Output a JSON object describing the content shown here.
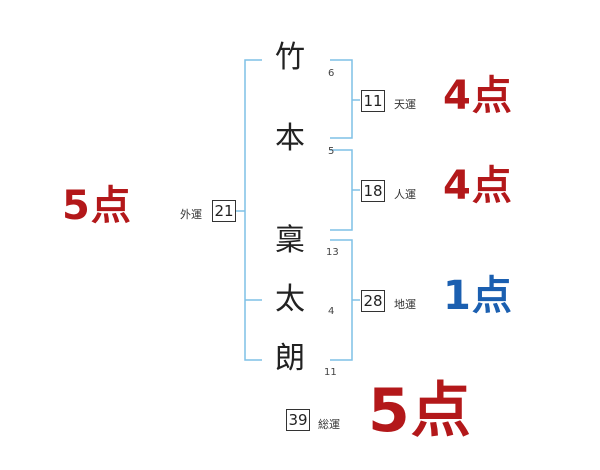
{
  "name": [
    {
      "char": "竹",
      "strokes": "6"
    },
    {
      "char": "本",
      "strokes": "5"
    },
    {
      "char": "稟",
      "strokes": "13"
    },
    {
      "char": "太",
      "strokes": "4"
    },
    {
      "char": "朗",
      "strokes": "11"
    }
  ],
  "fortunes": {
    "tenkaku": {
      "value": "11",
      "label": "天運",
      "score": "4点"
    },
    "jinkaku": {
      "value": "18",
      "label": "人運",
      "score": "4点"
    },
    "chikaku": {
      "value": "28",
      "label": "地運",
      "score": "1点"
    },
    "gaikaku": {
      "value": "21",
      "label": "外運",
      "score": "5点"
    },
    "soukaku": {
      "value": "39",
      "label": "総運",
      "score": "5点"
    }
  },
  "colors": {
    "bracket": "#7fc0e6",
    "high_score": "#b3181a",
    "low_score": "#1b5fb0"
  }
}
